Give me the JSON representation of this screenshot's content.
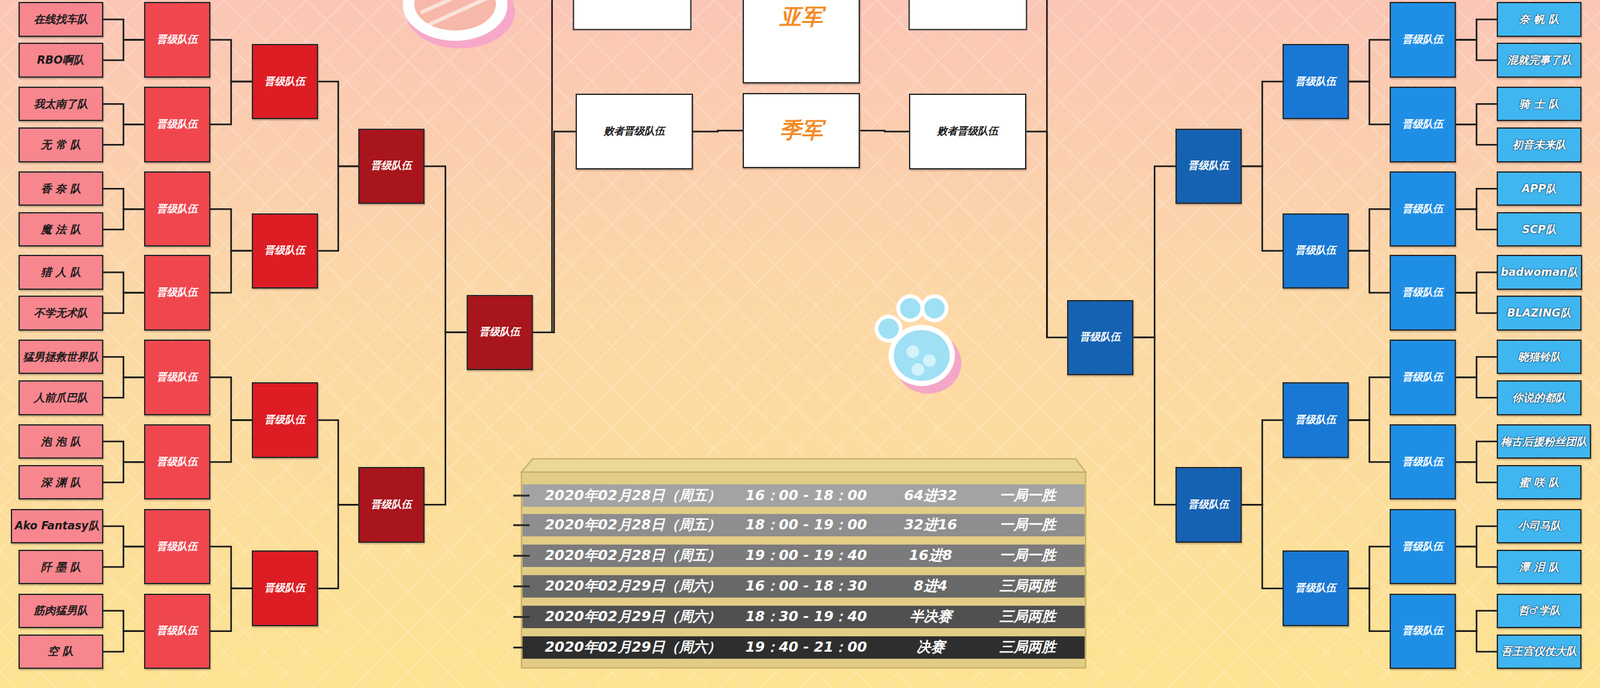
{
  "diagram": {
    "nodes": [
      {
        "text": [
          "在线找车队"
        ]
      },
      {
        "text": [
          "RBO啊队"
        ]
      },
      {
        "text": [
          "我太南了队"
        ]
      },
      {
        "text": [
          "无 常 队"
        ]
      },
      {
        "text": [
          "香 奈 队"
        ]
      },
      {
        "text": [
          "魔 法 队"
        ]
      },
      {
        "text": [
          "猎 人 队"
        ]
      },
      {
        "text": [
          "不学无术队"
        ]
      },
      {
        "text": [
          "猛男拯救世界队"
        ]
      },
      {
        "text": [
          "人前爪巴队"
        ]
      },
      {
        "text": [
          "泡 泡 队"
        ]
      },
      {
        "text": [
          "深 渊 队"
        ]
      },
      {
        "text": [
          "Ako Fantasy队"
        ]
      },
      {
        "text": [
          "阡 墨 队"
        ]
      },
      {
        "text": [
          "筋肉猛男队"
        ]
      },
      {
        "text": [
          "空 队"
        ]
      },
      {
        "text": [
          "奈 帆 队"
        ]
      },
      {
        "text": [
          "混就完事了队"
        ]
      },
      {
        "text": [
          "骑 士 队"
        ]
      },
      {
        "text": [
          "初音未来队"
        ]
      },
      {
        "text": [
          "APP队"
        ]
      },
      {
        "text": [
          "SCP队"
        ]
      },
      {
        "text": [
          "badwoman队"
        ]
      },
      {
        "text": [
          "BLAZING队"
        ]
      },
      {
        "text": [
          "晓猫铃队"
        ]
      },
      {
        "text": [
          "你说的都队"
        ]
      },
      {
        "text": [
          "梅古后援粉丝团队"
        ]
      },
      {
        "text": [
          "蜜 咲 队"
        ]
      },
      {
        "text": [
          "小司马队"
        ]
      },
      {
        "text": [
          "潭 泪 队"
        ]
      },
      {
        "text": [
          "哲♂学队"
        ]
      },
      {
        "text": [
          "吾王宫仪仗大队"
        ]
      },
      {
        "text": [
          "晋级队伍"
        ]
      },
      {
        "text": [
          "晋级队伍"
        ]
      },
      {
        "text": [
          "晋级队伍"
        ]
      },
      {
        "text": [
          "晋级队伍"
        ]
      },
      {
        "text": [
          "晋级队伍"
        ]
      },
      {
        "text": [
          "晋级队伍"
        ]
      },
      {
        "text": [
          "晋级队伍"
        ]
      },
      {
        "text": [
          "晋级队伍"
        ]
      },
      {
        "text": [
          "晋级队伍"
        ]
      },
      {
        "text": [
          "晋级队伍"
        ]
      },
      {
        "text": [
          "晋级队伍"
        ]
      },
      {
        "text": [
          "晋级队伍"
        ]
      },
      {
        "text": [
          "晋级队伍"
        ]
      },
      {
        "text": [
          "晋级队伍"
        ]
      },
      {
        "text": [
          "晋级队伍"
        ]
      },
      {
        "text": [
          "晋级队伍"
        ]
      },
      {
        "text": [
          "晋级队伍"
        ]
      },
      {
        "text": [
          "晋级队伍"
        ]
      },
      {
        "text": [
          "晋级队伍"
        ]
      },
      {
        "text": [
          "晋级队伍"
        ]
      },
      {
        "text": [
          "晋级队伍"
        ]
      },
      {
        "text": [
          "晋级队伍"
        ]
      },
      {
        "text": [
          "晋级队伍"
        ]
      },
      {
        "text": [
          "晋级队伍"
        ]
      },
      {
        "text": [
          "晋级队伍"
        ]
      },
      {
        "text": [
          "晋级队伍"
        ]
      },
      {
        "text": [
          "晋级队伍"
        ]
      },
      {
        "text": [
          "晋级队伍"
        ]
      },
      {
        "text": [
          "晋级队伍"
        ]
      },
      {
        "text": [
          "晋级队伍"
        ]
      },
      {
        "text": [
          "亚军"
        ]
      },
      {
        "text": [
          "败者晋级队伍"
        ]
      },
      {
        "text": [
          "季军"
        ]
      },
      {
        "text": [
          "败者晋级队伍"
        ]
      }
    ],
    "edges": [
      {
        "from": 0,
        "to": 32,
        "arrow": "none"
      },
      {
        "from": 1,
        "to": 32,
        "arrow": "none"
      },
      {
        "from": 2,
        "to": 33,
        "arrow": "none"
      },
      {
        "from": 3,
        "to": 33,
        "arrow": "none"
      },
      {
        "from": 4,
        "to": 34,
        "arrow": "none"
      },
      {
        "from": 5,
        "to": 34,
        "arrow": "none"
      },
      {
        "from": 6,
        "to": 35,
        "arrow": "none"
      },
      {
        "from": 7,
        "to": 35,
        "arrow": "none"
      },
      {
        "from": 8,
        "to": 36,
        "arrow": "none"
      },
      {
        "from": 9,
        "to": 36,
        "arrow": "none"
      },
      {
        "from": 10,
        "to": 37,
        "arrow": "none"
      },
      {
        "from": 11,
        "to": 37,
        "arrow": "none"
      },
      {
        "from": 12,
        "to": 38,
        "arrow": "none"
      },
      {
        "from": 13,
        "to": 38,
        "arrow": "none"
      },
      {
        "from": 14,
        "to": 39,
        "arrow": "none"
      },
      {
        "from": 15,
        "to": 39,
        "arrow": "none"
      },
      {
        "from": 16,
        "to": 40,
        "arrow": "none"
      },
      {
        "from": 17,
        "to": 40,
        "arrow": "none"
      },
      {
        "from": 18,
        "to": 41,
        "arrow": "none"
      },
      {
        "from": 19,
        "to": 41,
        "arrow": "none"
      },
      {
        "from": 20,
        "to": 42,
        "arrow": "none"
      },
      {
        "from": 21,
        "to": 42,
        "arrow": "none"
      },
      {
        "from": 22,
        "to": 43,
        "arrow": "none"
      },
      {
        "from": 23,
        "to": 43,
        "arrow": "none"
      },
      {
        "from": 24,
        "to": 44,
        "arrow": "none"
      },
      {
        "from": 25,
        "to": 44,
        "arrow": "none"
      },
      {
        "from": 26,
        "to": 45,
        "arrow": "none"
      },
      {
        "from": 27,
        "to": 45,
        "arrow": "none"
      },
      {
        "from": 28,
        "to": 46,
        "arrow": "none"
      },
      {
        "from": 29,
        "to": 46,
        "arrow": "none"
      },
      {
        "from": 30,
        "to": 47,
        "arrow": "none"
      },
      {
        "from": 31,
        "to": 47,
        "arrow": "none"
      },
      {
        "from": 32,
        "to": 48,
        "arrow": "none"
      },
      {
        "from": 33,
        "to": 48,
        "arrow": "none"
      },
      {
        "from": 34,
        "to": 49,
        "arrow": "none"
      },
      {
        "from": 35,
        "to": 49,
        "arrow": "none"
      },
      {
        "from": 36,
        "to": 50,
        "arrow": "none"
      },
      {
        "from": 37,
        "to": 50,
        "arrow": "none"
      },
      {
        "from": 38,
        "to": 51,
        "arrow": "none"
      },
      {
        "from": 39,
        "to": 51,
        "arrow": "none"
      },
      {
        "from": 40,
        "to": 52,
        "arrow": "none"
      },
      {
        "from": 41,
        "to": 52,
        "arrow": "none"
      },
      {
        "from": 42,
        "to": 53,
        "arrow": "none"
      },
      {
        "from": 43,
        "to": 53,
        "arrow": "none"
      },
      {
        "from": 44,
        "to": 54,
        "arrow": "none"
      },
      {
        "from": 45,
        "to": 54,
        "arrow": "none"
      },
      {
        "from": 46,
        "to": 55,
        "arrow": "none"
      },
      {
        "from": 47,
        "to": 55,
        "arrow": "none"
      },
      {
        "from": 48,
        "to": 56,
        "arrow": "none"
      },
      {
        "from": 49,
        "to": 56,
        "arrow": "none"
      },
      {
        "from": 50,
        "to": 57,
        "arrow": "none"
      },
      {
        "from": 51,
        "to": 57,
        "arrow": "none"
      },
      {
        "from": 52,
        "to": 58,
        "arrow": "none"
      },
      {
        "from": 53,
        "to": 58,
        "arrow": "none"
      },
      {
        "from": 54,
        "to": 59,
        "arrow": "none"
      },
      {
        "from": 55,
        "to": 59,
        "arrow": "none"
      },
      {
        "from": 56,
        "to": 60,
        "arrow": "none"
      },
      {
        "from": 57,
        "to": 60,
        "arrow": "none"
      },
      {
        "from": 58,
        "to": 61,
        "arrow": "none"
      },
      {
        "from": 59,
        "to": 61,
        "arrow": "none"
      },
      {
        "from": 60,
        "to": 63,
        "arrow": "none"
      },
      {
        "from": 61,
        "to": 65,
        "arrow": "none"
      },
      {
        "from": 63,
        "to": 64,
        "arrow": "none"
      },
      {
        "from": 65,
        "to": 64,
        "arrow": "none"
      }
    ],
    "labels": [
      "2020年02月28日（周五）",
      "16：00 - 18：00",
      "64进32",
      "一局一胜",
      "2020年02月28日（周五）",
      "18：00 - 19：00",
      "32进16",
      "一局一胜",
      "2020年02月28日（周五）",
      "19：00 - 19：40",
      "16进8",
      "一局一胜",
      "2020年02月29日（周六）",
      "16：00 - 18：30",
      "8进4",
      "三局两胜",
      "2020年02月29日（周六）",
      "18：30 - 19：40",
      "半决赛",
      "三局两胜",
      "2020年02月29日（周六）",
      "19：40 - 21：00",
      "决赛",
      "三局两胜"
    ]
  }
}
